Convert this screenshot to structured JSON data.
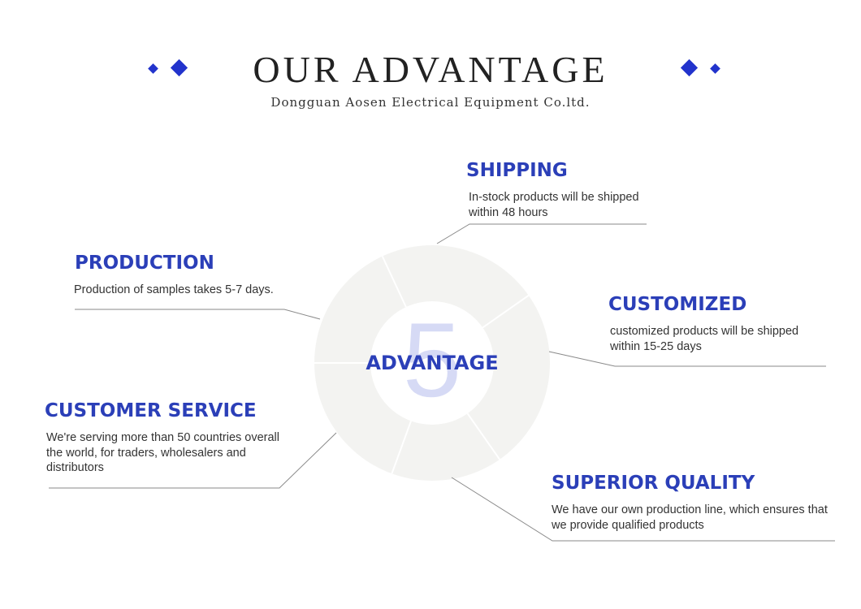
{
  "header": {
    "title": "OUR ADVANTAGE",
    "subtitle": "Dongguan Aosen Electrical Equipment Co.ltd."
  },
  "center": {
    "number": "5",
    "label": "ADVANTAGE"
  },
  "advantages": [
    {
      "title": "SHIPPING",
      "text": "In-stock products will be shipped within 48 hours"
    },
    {
      "title": "PRODUCTION",
      "text": "Production of samples takes 5-7 days."
    },
    {
      "title": "CUSTOMIZED",
      "text": "customized products will be shipped within 15-25 days"
    },
    {
      "title": "CUSTOMER SERVICE",
      "text": "We're serving more than 50 countries overall the world, for traders, wholesalers and distributors"
    },
    {
      "title": "SUPERIOR QUALITY",
      "text": "We have our own production line, which ensures that we provide qualified products"
    }
  ],
  "colors": {
    "accent": "#2b3fb8",
    "ring": "#f3f3f1",
    "line": "#888888"
  }
}
